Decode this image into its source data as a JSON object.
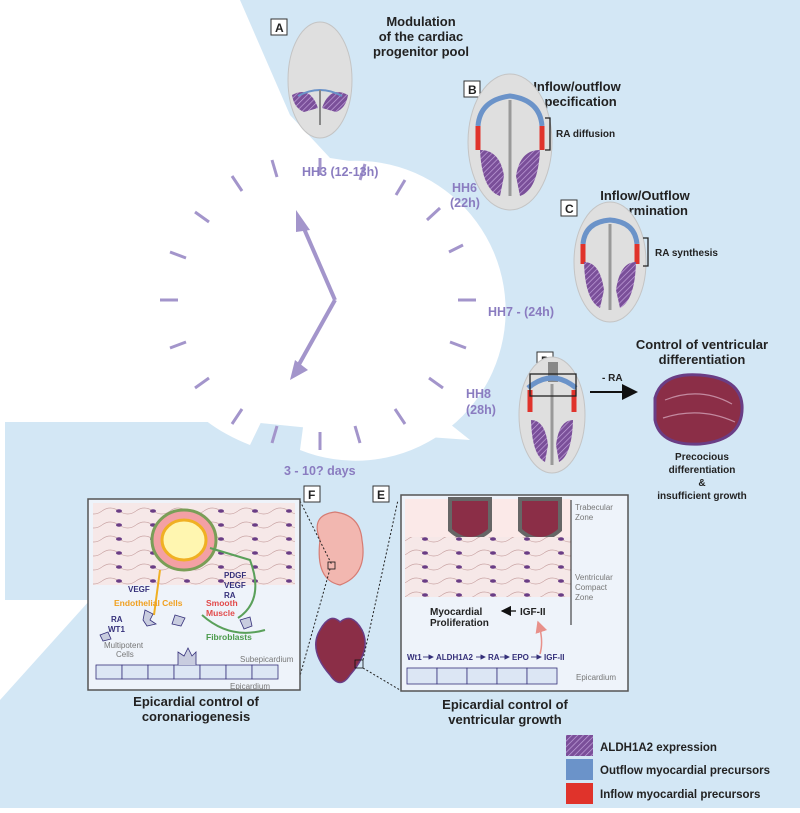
{
  "stages": {
    "A": {
      "letter": "A",
      "title": [
        "Modulation",
        "of the cardiac",
        "progenitor pool"
      ]
    },
    "B": {
      "letter": "B",
      "title": [
        "Inflow/outflow",
        "specification"
      ],
      "bracket_label": "RA diffusion"
    },
    "C": {
      "letter": "C",
      "title": [
        "Inflow/Outflow",
        "determination"
      ],
      "bracket_label": "RA synthesis"
    },
    "D": {
      "letter": "D",
      "title": [
        "Control of ventricular",
        "differentiation"
      ],
      "arrow_label": "- RA",
      "outcome": [
        "Precocious",
        "differentiation",
        "&",
        "insufficient growth"
      ]
    },
    "E": {
      "letter": "E",
      "caption": [
        "Epicardial control of",
        "ventricular growth"
      ]
    },
    "F": {
      "letter": "F",
      "caption": [
        "Epicardial control of",
        "coronariogenesis"
      ]
    }
  },
  "timeline": {
    "hh3": "HH3 (12-13h)",
    "hh6": [
      "HH6",
      "(22h)"
    ],
    "hh7": "HH7 - (24h)",
    "hh8": [
      "HH8",
      "(28h)"
    ],
    "days": "3 - 10? days"
  },
  "panel_e": {
    "zones": {
      "trabecular": [
        "Trabecular",
        "Zone"
      ],
      "compact": [
        "Ventricular",
        "Compact",
        "Zone"
      ]
    },
    "myocardial": [
      "Myocardial",
      "Proliferation"
    ],
    "igf": "IGF-II",
    "pathway": [
      "Wt1",
      "ALDH1A2",
      "RA",
      "EPO",
      "IGF-II"
    ],
    "epicardium": "Epicardium"
  },
  "panel_f": {
    "vegf_left": "VEGF",
    "factors_right": [
      "PDGF",
      "VEGF",
      "RA"
    ],
    "endothelial": "Endothelial Cells",
    "smooth": [
      "Smooth",
      "Muscle"
    ],
    "ra_wt1": [
      "RA",
      "WT1"
    ],
    "fibroblasts": "Fibroblasts",
    "multipotent": [
      "Multipotent",
      "Cells"
    ],
    "subepicardium": "Subepicardium",
    "epicardium": "Epicardium"
  },
  "legend": [
    {
      "label": "ALDH1A2 expression",
      "color": "#7a4f99",
      "pattern": "hatch"
    },
    {
      "label": "Outflow myocardial precursors",
      "color": "#6b93c9",
      "pattern": "solid"
    },
    {
      "label": "Inflow myocardial precursors",
      "color": "#e0332b",
      "pattern": "solid"
    }
  ],
  "colors": {
    "background_band": "#d3e7f5",
    "clock": "#a395cb",
    "label_purple": "#8a7cc0"
  }
}
